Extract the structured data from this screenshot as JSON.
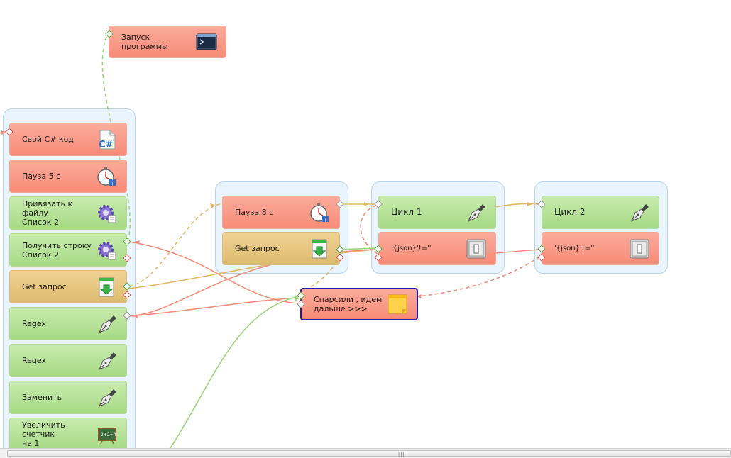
{
  "nodes": {
    "launch": "Запуск программы",
    "csharp": "Свой C# код",
    "pause5": "Пауза 5 с",
    "bind_file": "Привязать к файлу\nСписок 2",
    "get_line": "Получить строку\nСписок 2",
    "get_request": "Get запрос",
    "regex1": "Regex",
    "regex2": "Regex",
    "replace": "Заменить",
    "increment": "Увеличить счетчик\nна 1",
    "pause8": "Пауза 8 с",
    "get_request2": "Get запрос",
    "cycle1": "Цикл 1",
    "cond1": "'{json}'!=''",
    "cycle2": "Цикл 2",
    "cond2": "'{json}'!=''",
    "note": "Спарсили , идем\nдальше >>>"
  },
  "scrollbar": {
    "grip": "|||"
  },
  "colors": {
    "action_red": "#f78b77",
    "action_green": "#a5da84",
    "action_yellow": "#ddbb6e",
    "group_bg": "#eaf4fd",
    "wire_green": "#9fd47c",
    "wire_red": "#f0907a",
    "wire_yellow": "#e3b865",
    "selection": "#1c1ca8"
  },
  "icons": [
    "terminal-icon",
    "csharp-file-icon",
    "stopwatch-icon",
    "gear-icon",
    "download-icon",
    "pen-nib-icon",
    "switch-icon",
    "sticky-note-icon",
    "chalkboard-icon"
  ]
}
